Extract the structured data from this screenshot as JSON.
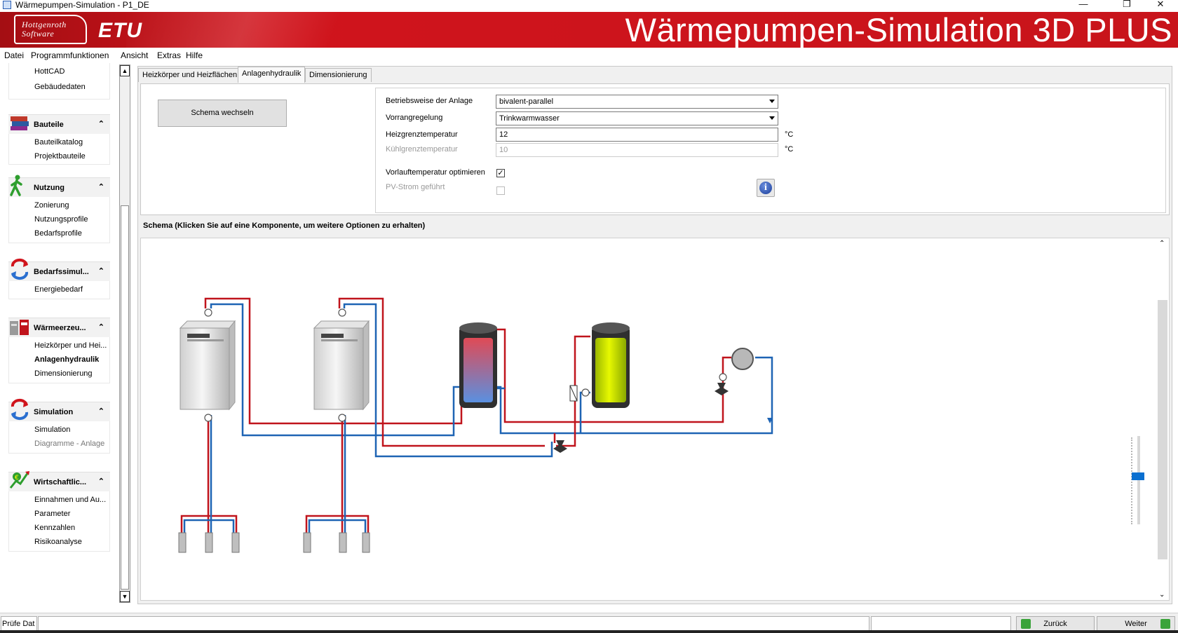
{
  "window": {
    "title": "Wärmepumpen-Simulation - P1_DE",
    "minimize_glyph": "—",
    "restore_glyph": "❐",
    "close_glyph": "✕"
  },
  "banner": {
    "logo_line1": "Hottgenroth",
    "logo_line2": "Software",
    "brand": "ETU",
    "title": "Wärmepumpen-Simulation 3D PLUS",
    "color": "#c8141b"
  },
  "menu": [
    "Datei",
    "Programmfunktionen",
    "Ansicht",
    "Extras",
    "Hilfe"
  ],
  "sidebar": {
    "top_items": [
      "HottCAD",
      "Gebäudedaten"
    ],
    "groups": [
      {
        "label": "Bauteile",
        "icon": "books-icon",
        "items": [
          "Bauteilkatalog",
          "Projektbauteile"
        ]
      },
      {
        "label": "Nutzung",
        "icon": "walking-person-icon",
        "items": [
          "Zonierung",
          "Nutzungsprofile",
          "Bedarfsprofile"
        ]
      },
      {
        "label": "Bedarfssimul...",
        "icon": "cycle-arrows-icon",
        "items": [
          "Energiebedarf"
        ]
      },
      {
        "label": "Wärmeerzeu...",
        "icon": "heat-generator-icon",
        "items": [
          "Heizkörper und Hei...",
          "Anlagenhydraulik",
          "Dimensionierung"
        ]
      },
      {
        "label": "Simulation",
        "icon": "cycle-arrows-icon",
        "items": [
          "Simulation",
          "Diagramme - Anlage"
        ]
      },
      {
        "label": "Wirtschaftlic...",
        "icon": "chart-euro-icon",
        "items": [
          "Einnahmen und Au...",
          "Parameter",
          "Kennzahlen",
          "Risikoanalyse"
        ]
      }
    ],
    "active_item": "Anlagenhydraulik",
    "collapse_glyph": "⌃"
  },
  "tabs": [
    "Heizkörper und Heizflächen",
    "Anlagenhydraulik",
    "Dimensionierung"
  ],
  "active_tab": "Anlagenhydraulik",
  "schema_button": "Schema wechseln",
  "settings": {
    "betriebsweise_label": "Betriebsweise der Anlage",
    "betriebsweise_value": "bivalent-parallel",
    "vorrang_label": "Vorrangregelung",
    "vorrang_value": "Trinkwarmwasser",
    "heizgrenz_label": "Heizgrenztemperatur",
    "heizgrenz_value": "12",
    "kuehlgrenz_label": "Kühlgrenztemperatur",
    "kuehlgrenz_value": "10",
    "unit": "°C",
    "vorlauf_label": "Vorlauftemperatur optimieren",
    "vorlauf_checked": true,
    "pv_label": "PV-Strom geführt",
    "pv_checked": false,
    "info_glyph": "i"
  },
  "schema_header": "Schema (Klicken Sie auf eine Komponente, um weitere Optionen zu erhalten)",
  "schema_colors": {
    "supply": "#c0141c",
    "return": "#1e64b4",
    "buffer_top": "#e04a55",
    "buffer_bottom": "#5a90e0",
    "dhw": "#c8e000"
  },
  "status": {
    "label": "Prüfe Dat",
    "back": "Zurück",
    "next": "Weiter"
  }
}
